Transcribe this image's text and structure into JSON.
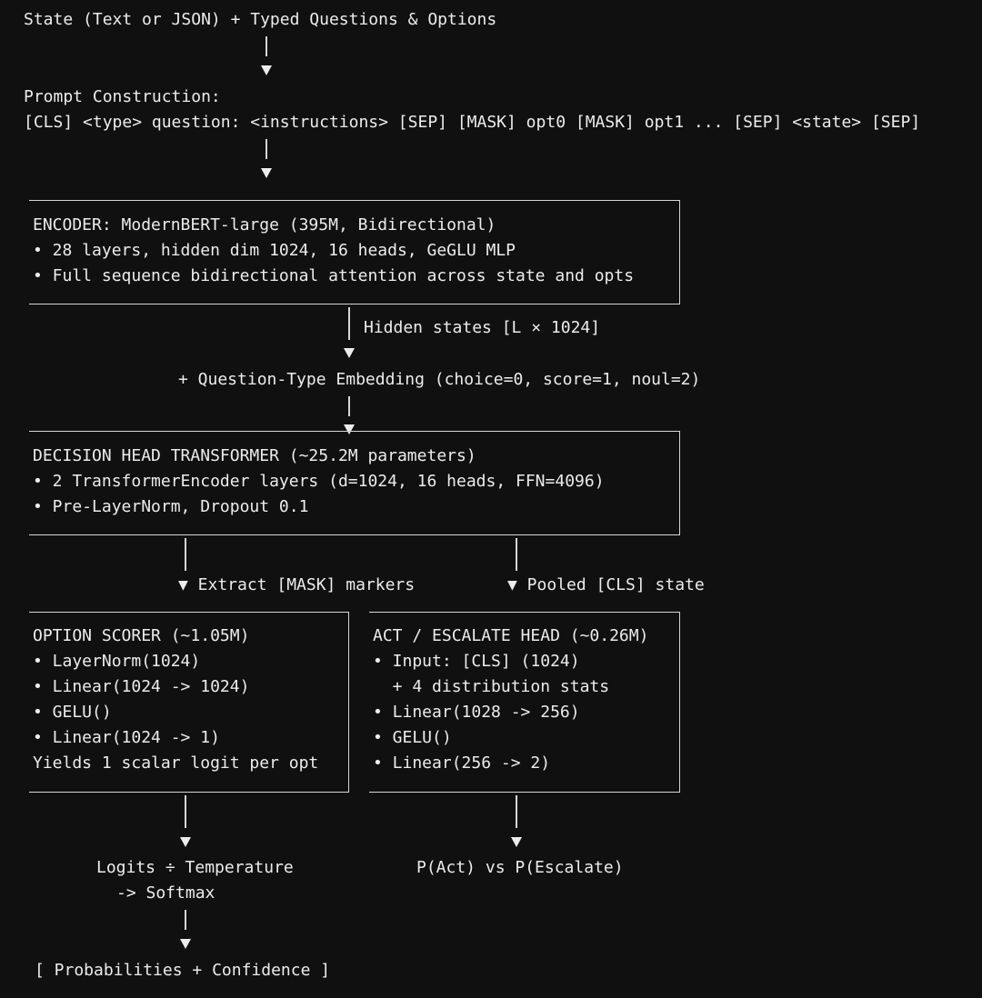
{
  "header": {
    "input": "State (Text or JSON) + Typed Questions & Options",
    "prompt_title": "Prompt Construction:",
    "prompt_template": "[CLS] <type> question: <instructions> [SEP] [MASK] opt0 [MASK] opt1 ... [SEP] <state> [SEP]"
  },
  "encoder": {
    "title": "ENCODER: ModernBERT-large (395M, Bidirectional)",
    "line1": "• 28 layers, hidden dim 1024, 16 heads, GeGLU MLP",
    "line2": "• Full sequence bidirectional attention across state and opts"
  },
  "flow": {
    "hidden_states": "Hidden states [L × 1024]",
    "qtype_embedding": "+ Question-Type Embedding (choice=0, score=1, noul=2)",
    "extract_mask": "▼ Extract [MASK] markers",
    "pooled_cls": "▼ Pooled [CLS] state"
  },
  "decision_head": {
    "title": "DECISION HEAD TRANSFORMER (~25.2M parameters)",
    "line1": "• 2 TransformerEncoder layers (d=1024, 16 heads, FFN=4096)",
    "line2": "• Pre-LayerNorm, Dropout 0.1"
  },
  "option_scorer": {
    "title": "OPTION SCORER (~1.05M)",
    "line1": "• LayerNorm(1024)",
    "line2": "• Linear(1024 -> 1024)",
    "line3": "• GELU()",
    "line4": "• Linear(1024 -> 1)",
    "line5": "Yields 1 scalar logit per opt"
  },
  "act_head": {
    "title": "ACT / ESCALATE HEAD (~0.26M)",
    "line1": "• Input: [CLS] (1024)",
    "line2": "  + 4 distribution stats",
    "line3": "• Linear(1028 -> 256)",
    "line4": "• GELU()",
    "line5": "• Linear(256 -> 2)"
  },
  "outputs": {
    "logits_line1": "Logits ÷ Temperature",
    "logits_line2": "-> Softmax",
    "act_output": "P(Act) vs P(Escalate)",
    "final": "[ Probabilities + Confidence ]"
  }
}
